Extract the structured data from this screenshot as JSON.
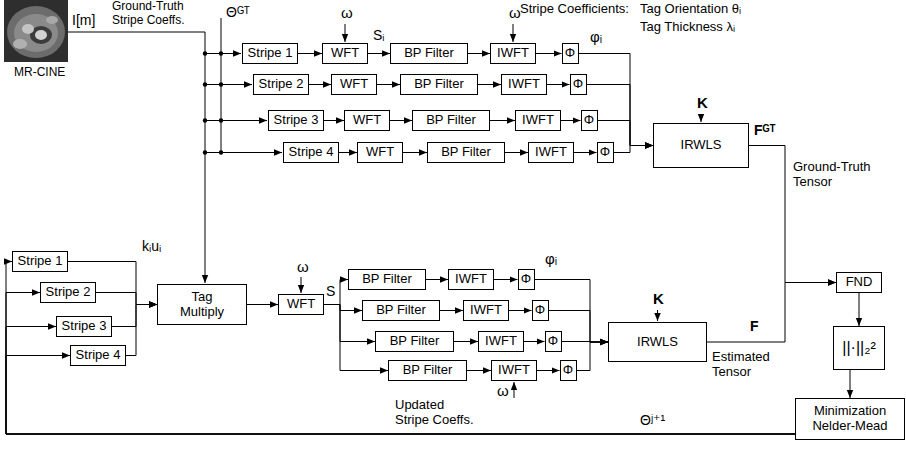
{
  "diagram": {
    "nodes": [
      {
        "text": [
          "Stripe 1"
        ]
      },
      {
        "text": [
          "WFT"
        ]
      },
      {
        "text": [
          "BP Filter"
        ]
      },
      {
        "text": [
          "IWFT"
        ]
      },
      {
        "text": [
          "Φ"
        ]
      },
      {
        "text": [
          "Stripe 2"
        ]
      },
      {
        "text": [
          "WFT"
        ]
      },
      {
        "text": [
          "BP Filter"
        ]
      },
      {
        "text": [
          "IWFT"
        ]
      },
      {
        "text": [
          "Φ"
        ]
      },
      {
        "text": [
          "Stripe 3"
        ]
      },
      {
        "text": [
          "WFT"
        ]
      },
      {
        "text": [
          "BP Filter"
        ]
      },
      {
        "text": [
          "IWFT"
        ]
      },
      {
        "text": [
          "Φ"
        ]
      },
      {
        "text": [
          "Stripe 4"
        ]
      },
      {
        "text": [
          "WFT"
        ]
      },
      {
        "text": [
          "BP Filter"
        ]
      },
      {
        "text": [
          "IWFT"
        ]
      },
      {
        "text": [
          "Φ"
        ]
      },
      {
        "text": [
          "IRWLS"
        ]
      },
      {
        "text": [
          "Stripe 1"
        ]
      },
      {
        "text": [
          "Stripe 2"
        ]
      },
      {
        "text": [
          "Stripe 3"
        ]
      },
      {
        "text": [
          "Stripe 4"
        ]
      },
      {
        "text": [
          "Tag Multiply"
        ]
      },
      {
        "text": [
          "WFT"
        ]
      },
      {
        "text": [
          "BP Filter"
        ]
      },
      {
        "text": [
          "IWFT"
        ]
      },
      {
        "text": [
          "Φ"
        ]
      },
      {
        "text": [
          "BP Filter"
        ]
      },
      {
        "text": [
          "IWFT"
        ]
      },
      {
        "text": [
          "Φ"
        ]
      },
      {
        "text": [
          "BP Filter"
        ]
      },
      {
        "text": [
          "IWFT"
        ]
      },
      {
        "text": [
          "Φ"
        ]
      },
      {
        "text": [
          "BP Filter"
        ]
      },
      {
        "text": [
          "IWFT"
        ]
      },
      {
        "text": [
          "Φ"
        ]
      },
      {
        "text": [
          "IRWLS"
        ]
      },
      {
        "text": [
          "FND"
        ]
      },
      {
        "text": [
          "||·||₂²"
        ]
      },
      {
        "text": [
          "Minimization Nelder-Mead"
        ]
      }
    ],
    "edges": [
      {
        "from": 0,
        "to": 1,
        "arrow": "to"
      },
      {
        "from": 1,
        "to": 2,
        "arrow": "to"
      },
      {
        "from": 2,
        "to": 3,
        "arrow": "to"
      },
      {
        "from": 3,
        "to": 4,
        "arrow": "to"
      },
      {
        "from": 4,
        "to": 20,
        "arrow": "to"
      },
      {
        "from": 5,
        "to": 6,
        "arrow": "to"
      },
      {
        "from": 6,
        "to": 7,
        "arrow": "to"
      },
      {
        "from": 7,
        "to": 8,
        "arrow": "to"
      },
      {
        "from": 8,
        "to": 9,
        "arrow": "to"
      },
      {
        "from": 9,
        "to": 20,
        "arrow": "to"
      },
      {
        "from": 10,
        "to": 11,
        "arrow": "to"
      },
      {
        "from": 11,
        "to": 12,
        "arrow": "to"
      },
      {
        "from": 12,
        "to": 13,
        "arrow": "to"
      },
      {
        "from": 13,
        "to": 14,
        "arrow": "to"
      },
      {
        "from": 14,
        "to": 20,
        "arrow": "to"
      },
      {
        "from": 15,
        "to": 16,
        "arrow": "to"
      },
      {
        "from": 16,
        "to": 17,
        "arrow": "to"
      },
      {
        "from": 17,
        "to": 18,
        "arrow": "to"
      },
      {
        "from": 18,
        "to": 19,
        "arrow": "to"
      },
      {
        "from": 19,
        "to": 20,
        "arrow": "to"
      },
      {
        "from": 21,
        "to": 25,
        "arrow": "to"
      },
      {
        "from": 22,
        "to": 25,
        "arrow": "to"
      },
      {
        "from": 23,
        "to": 25,
        "arrow": "to"
      },
      {
        "from": 24,
        "to": 25,
        "arrow": "to"
      },
      {
        "from": 25,
        "to": 26,
        "arrow": "to"
      },
      {
        "from": 26,
        "to": 27,
        "arrow": "to"
      },
      {
        "from": 26,
        "to": 30,
        "arrow": "to"
      },
      {
        "from": 26,
        "to": 33,
        "arrow": "to"
      },
      {
        "from": 26,
        "to": 36,
        "arrow": "to"
      },
      {
        "from": 27,
        "to": 28,
        "arrow": "to"
      },
      {
        "from": 28,
        "to": 29,
        "arrow": "to"
      },
      {
        "from": 29,
        "to": 39,
        "arrow": "to"
      },
      {
        "from": 30,
        "to": 31,
        "arrow": "to"
      },
      {
        "from": 31,
        "to": 32,
        "arrow": "to"
      },
      {
        "from": 32,
        "to": 39,
        "arrow": "to"
      },
      {
        "from": 33,
        "to": 34,
        "arrow": "to"
      },
      {
        "from": 34,
        "to": 35,
        "arrow": "to"
      },
      {
        "from": 35,
        "to": 39,
        "arrow": "to"
      },
      {
        "from": 36,
        "to": 37,
        "arrow": "to"
      },
      {
        "from": 37,
        "to": 38,
        "arrow": "to"
      },
      {
        "from": 38,
        "to": 39,
        "arrow": "to"
      },
      {
        "from": 20,
        "to": 40,
        "arrow": "to"
      },
      {
        "from": 39,
        "to": 40,
        "arrow": "to"
      },
      {
        "from": 40,
        "to": 41,
        "arrow": "to"
      },
      {
        "from": 41,
        "to": 42,
        "arrow": "to"
      },
      {
        "from": 42,
        "to": 21,
        "arrow": "to"
      },
      {
        "from": 42,
        "to": 22,
        "arrow": "to"
      },
      {
        "from": 42,
        "to": 23,
        "arrow": "to"
      },
      {
        "from": 42,
        "to": 24,
        "arrow": "to"
      }
    ],
    "labels": [
      "MR-CINE",
      "I[m]",
      "Ground-Truth Stripe Coeffs.",
      "Θᴳᵀ",
      "Stripe Coefficients:",
      "Tag Orientation θᵢ",
      "Tag Thickness λᵢ",
      "ω",
      "Sᵢ",
      "ω",
      "φᵢ",
      "K",
      "Fᴳᵀ",
      "Ground-Truth Tensor",
      "kᵢuᵢ",
      "ω",
      "S",
      "φᵢ",
      "K",
      "F",
      "Estimated Tensor",
      "ω",
      "Updated Stripe Coeffs.",
      "Θʲ⁺¹"
    ]
  }
}
